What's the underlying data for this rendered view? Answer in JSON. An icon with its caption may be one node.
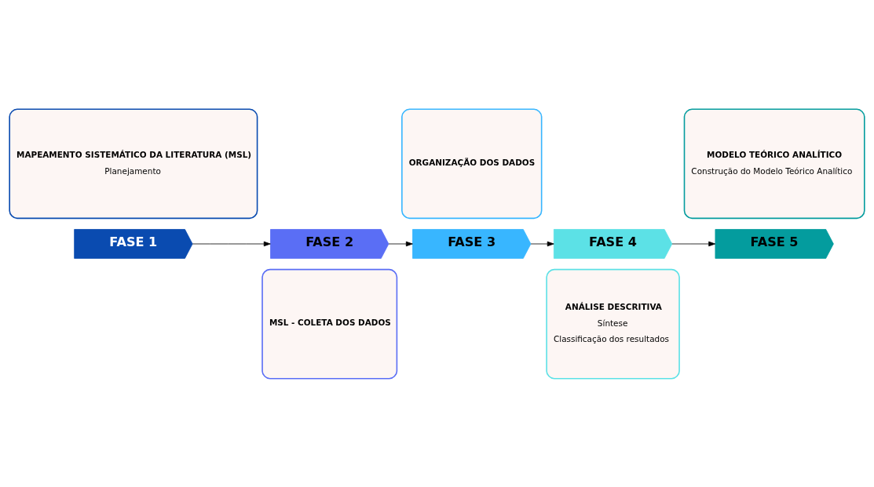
{
  "diagram": {
    "nodes": [
      {
        "text": [
          "MAPEAMENTO SISTEMÁTICO DA LITERATURA (MSL)",
          "Planejamento"
        ]
      },
      {
        "text": [
          "ORGANIZAÇÃO DOS DADOS"
        ]
      },
      {
        "text": [
          "MODELO TEÓRICO ANALÍTICO",
          "Construção do Modelo Teórico Analítico"
        ]
      },
      {
        "text": [
          "FASE 1"
        ]
      },
      {
        "text": [
          "FASE 2"
        ]
      },
      {
        "text": [
          "FASE 3"
        ]
      },
      {
        "text": [
          "FASE 4"
        ]
      },
      {
        "text": [
          "FASE 5"
        ]
      },
      {
        "text": [
          "MSL - COLETA DOS DADOS"
        ]
      },
      {
        "text": [
          "ANÁLISE DESCRITIVA",
          "Síntese",
          "Classificação dos resultados"
        ]
      }
    ],
    "edges": [
      {
        "from": 3,
        "to": 4,
        "arrow": "to"
      },
      {
        "from": 4,
        "to": 5,
        "arrow": "to"
      },
      {
        "from": 5,
        "to": 6,
        "arrow": "to"
      },
      {
        "from": 6,
        "to": 7,
        "arrow": "to"
      }
    ]
  }
}
